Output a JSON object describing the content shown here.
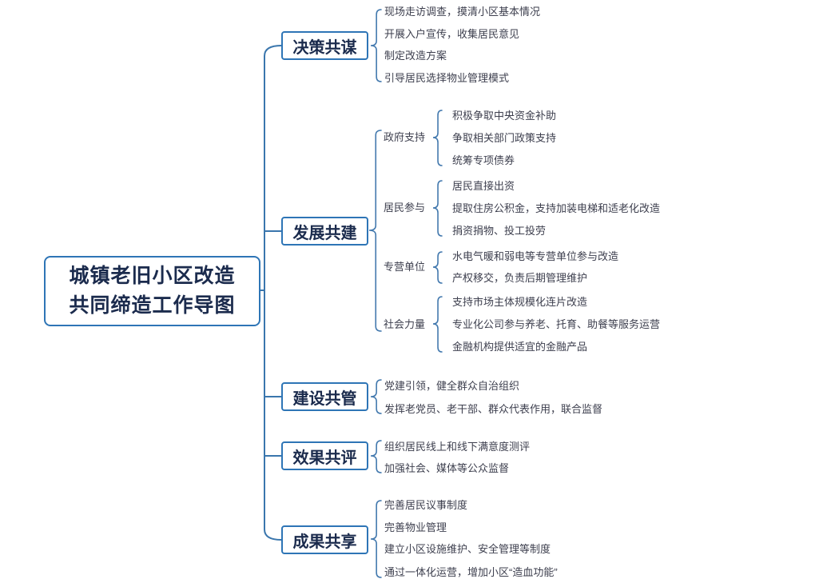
{
  "root": {
    "title_line1": "城镇老旧小区改造",
    "title_line2": "共同缔造工作导图"
  },
  "branches": [
    {
      "label": "决策共谋",
      "leaves": [
        "现场走访调查，摸清小区基本情况",
        "开展入户宣传，收集居民意见",
        "制定改造方案",
        "引导居民选择物业管理模式"
      ]
    },
    {
      "label": "发展共建",
      "groups": [
        {
          "label": "政府支持",
          "leaves": [
            "积极争取中央资金补助",
            "争取相关部门政策支持",
            "统筹专项债券"
          ]
        },
        {
          "label": "居民参与",
          "leaves": [
            "居民直接出资",
            "提取住房公积金，支持加装电梯和适老化改造",
            "捐资捐物、投工投劳"
          ]
        },
        {
          "label": "专营单位",
          "leaves": [
            "水电气暖和弱电等专营单位参与改造",
            "产权移交，负责后期管理维护"
          ]
        },
        {
          "label": "社会力量",
          "leaves": [
            "支持市场主体规模化连片改造",
            "专业化公司参与养老、托育、助餐等服务运营",
            "金融机构提供适宜的金融产品"
          ]
        }
      ]
    },
    {
      "label": "建设共管",
      "leaves": [
        "党建引领，健全群众自治组织",
        "发挥老党员、老干部、群众代表作用，联合监督"
      ]
    },
    {
      "label": "效果共评",
      "leaves": [
        "组织居民线上和线下满意度测评",
        "加强社会、媒体等公众监督"
      ]
    },
    {
      "label": "成果共享",
      "leaves": [
        "完善居民议事制度",
        "完善物业管理",
        "建立小区设施维护、安全管理等制度",
        "通过一体化运营，增加小区“造血功能”"
      ]
    }
  ],
  "colors": {
    "line": "#4379ae",
    "box_border": "#2e75b6",
    "node_text": "#1b2b4d",
    "leaf_text": "#3d3f4e"
  }
}
